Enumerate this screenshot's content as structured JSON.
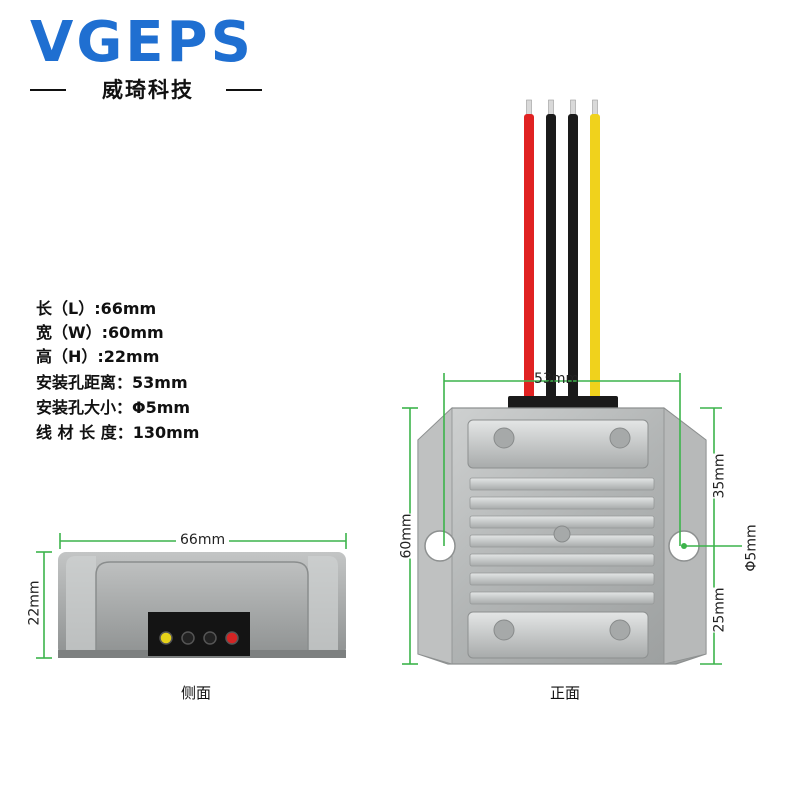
{
  "brand": {
    "logo": "VGEPS",
    "subtitle": "威琦科技",
    "color": "#1f6fd1"
  },
  "specs": [
    "长（L）:66mm",
    "宽（W）:60mm",
    "高（H）:22mm",
    "安装孔距离：53mm",
    "安装孔大小：Φ5mm",
    "线 材 长 度：130mm"
  ],
  "side_view": {
    "caption": "侧面",
    "width_label": "66mm",
    "height_label": "22mm",
    "terminal_colors": [
      "#e6d21a",
      "#222222",
      "#222222",
      "#d42424"
    ]
  },
  "front_view": {
    "caption": "正面",
    "hole_spacing_label": "53mm",
    "height_label": "60mm",
    "upper_label": "35mm",
    "lower_label": "25mm",
    "hole_label": "Φ5mm",
    "wire_colors": [
      "#e02222",
      "#1a1a1a",
      "#1a1a1a",
      "#f0d21c"
    ]
  },
  "colors": {
    "dimension": "#3cb44b",
    "housing": "#a9abab"
  }
}
